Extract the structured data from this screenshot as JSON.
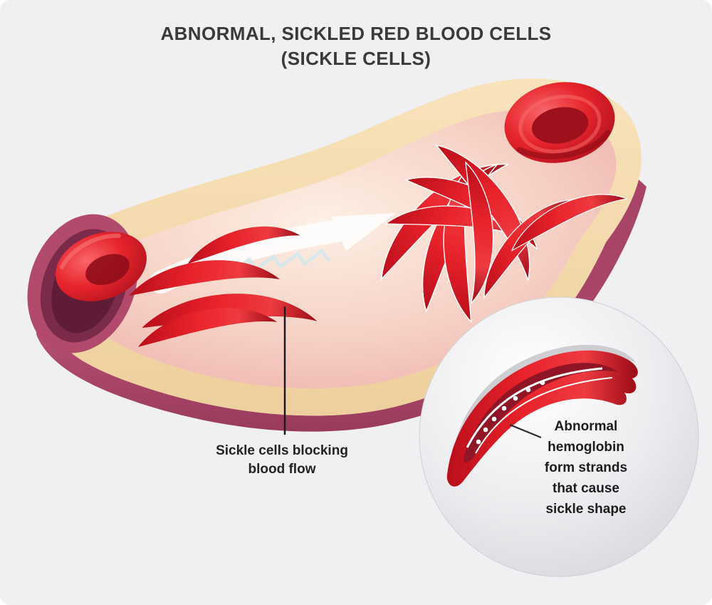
{
  "title": {
    "line1": "ABNORMAL, SICKLED RED BLOOD CELLS",
    "line2": "(SICKLE CELLS)"
  },
  "labels": {
    "blocking": {
      "line1": "Sickle cells blocking",
      "line2": "blood flow"
    },
    "inset": {
      "lines": [
        "Abnormal",
        "hemoglobin",
        "form strands",
        "that cause",
        "sickle shape"
      ]
    }
  },
  "figures": {
    "vessel": "blood-vessel-cutaway",
    "arrow": "blood-flow-direction-arrow",
    "normal_cells": "round-red-blood-cells",
    "sickle_cells": "crescent-shaped-sickle-cells",
    "inset": "magnified-sickle-cell-with-hemoglobin-strands"
  },
  "colors": {
    "background": "#f0eff1",
    "title_text": "#3a3a3c",
    "label_text": "#232325",
    "cell_red": "#e8222b",
    "cell_red_dark": "#9a0c17",
    "vessel_wall_cream": "#f6d9ab",
    "vessel_lining_pink": "#f2bfb6",
    "vessel_cut_maroon": "#b14a6b",
    "inset_background": "#e6e6e9",
    "arrow_white": "#ffffff"
  }
}
